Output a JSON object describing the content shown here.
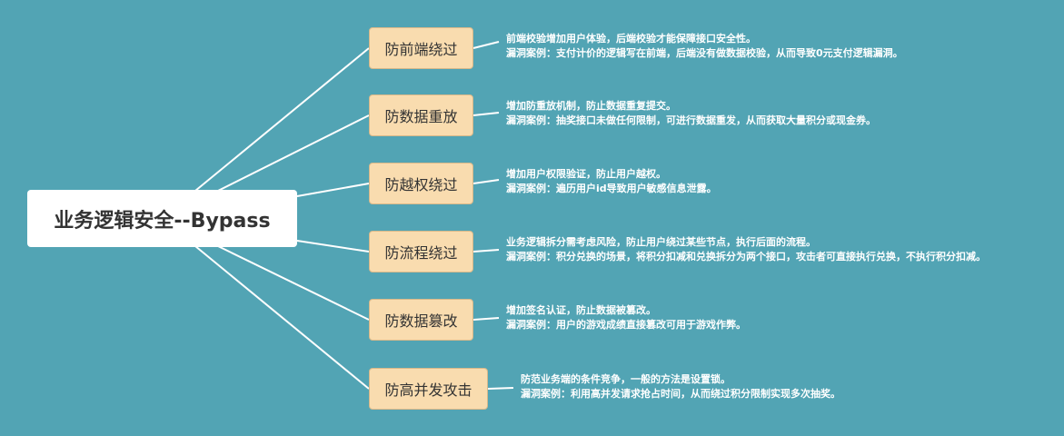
{
  "root": {
    "label": "业务逻辑安全--Bypass"
  },
  "branches": [
    {
      "label": "防前端绕过",
      "line1": "前端校验增加用户体验，后端校验才能保障接口安全性。",
      "line2": "漏洞案例：支付计价的逻辑写在前端，后端没有做数据校验，从而导致0元支付逻辑漏洞。"
    },
    {
      "label": "防数据重放",
      "line1": "增加防重放机制，防止数据重复提交。",
      "line2": "漏洞案例：抽奖接口未做任何限制，可进行数据重发，从而获取大量积分或现金券。"
    },
    {
      "label": "防越权绕过",
      "line1": "增加用户权限验证，防止用户越权。",
      "line2": "漏洞案例：遍历用户id导致用户敏感信息泄露。"
    },
    {
      "label": "防流程绕过",
      "line1": "业务逻辑拆分需考虑风险，防止用户绕过某些节点，执行后面的流程。",
      "line2": "漏洞案例：积分兑换的场景，将积分扣减和兑换拆分为两个接口，攻击者可直接执行兑换，不执行积分扣减。"
    },
    {
      "label": "防数据篡改",
      "line1": "增加签名认证，防止数据被篡改。",
      "line2": "漏洞案例：用户的游戏成绩直接篡改可用于游戏作弊。"
    },
    {
      "label": "防高并发攻击",
      "line1": "防范业务端的条件竞争，一般的方法是设置锁。",
      "line2": "漏洞案例：利用高并发请求抢占时间，从而绕过积分限制实现多次抽奖。"
    }
  ],
  "colors": {
    "background": "#52a4b4",
    "branch_fill": "#f9dcaf",
    "line": "#ffffff"
  }
}
